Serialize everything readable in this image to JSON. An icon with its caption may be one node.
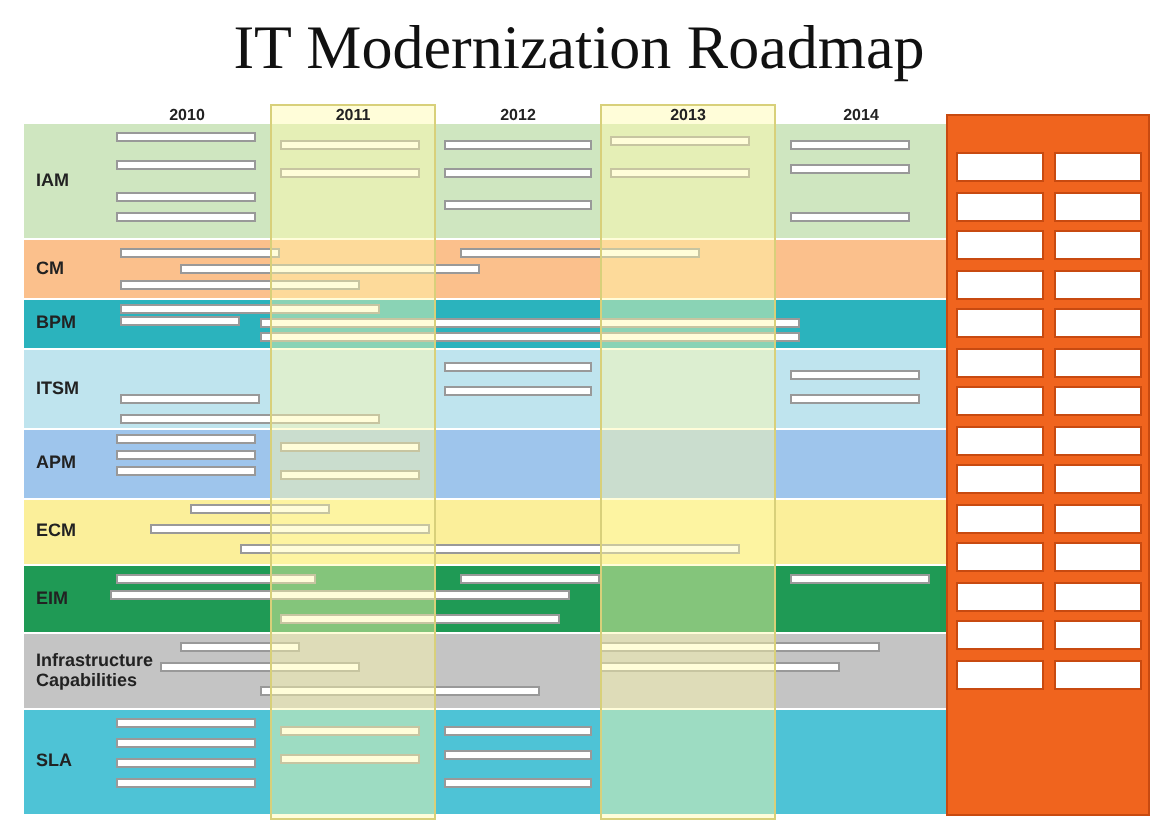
{
  "diagram": {
    "title": "IT Modernization Roadmap",
    "nodes": [
      {
        "text": [
          "IAM"
        ]
      },
      {
        "text": [
          "CM"
        ]
      },
      {
        "text": [
          "BPM"
        ]
      },
      {
        "text": [
          "ITSM"
        ]
      },
      {
        "text": [
          "APM"
        ]
      },
      {
        "text": [
          "ECM"
        ]
      },
      {
        "text": [
          "EIM"
        ]
      },
      {
        "text": [
          "Infrastructure Capabilities"
        ]
      },
      {
        "text": [
          "SLA"
        ]
      }
    ],
    "labels": [
      "2010",
      "2011",
      "2012",
      "2013",
      "2014"
    ]
  }
}
